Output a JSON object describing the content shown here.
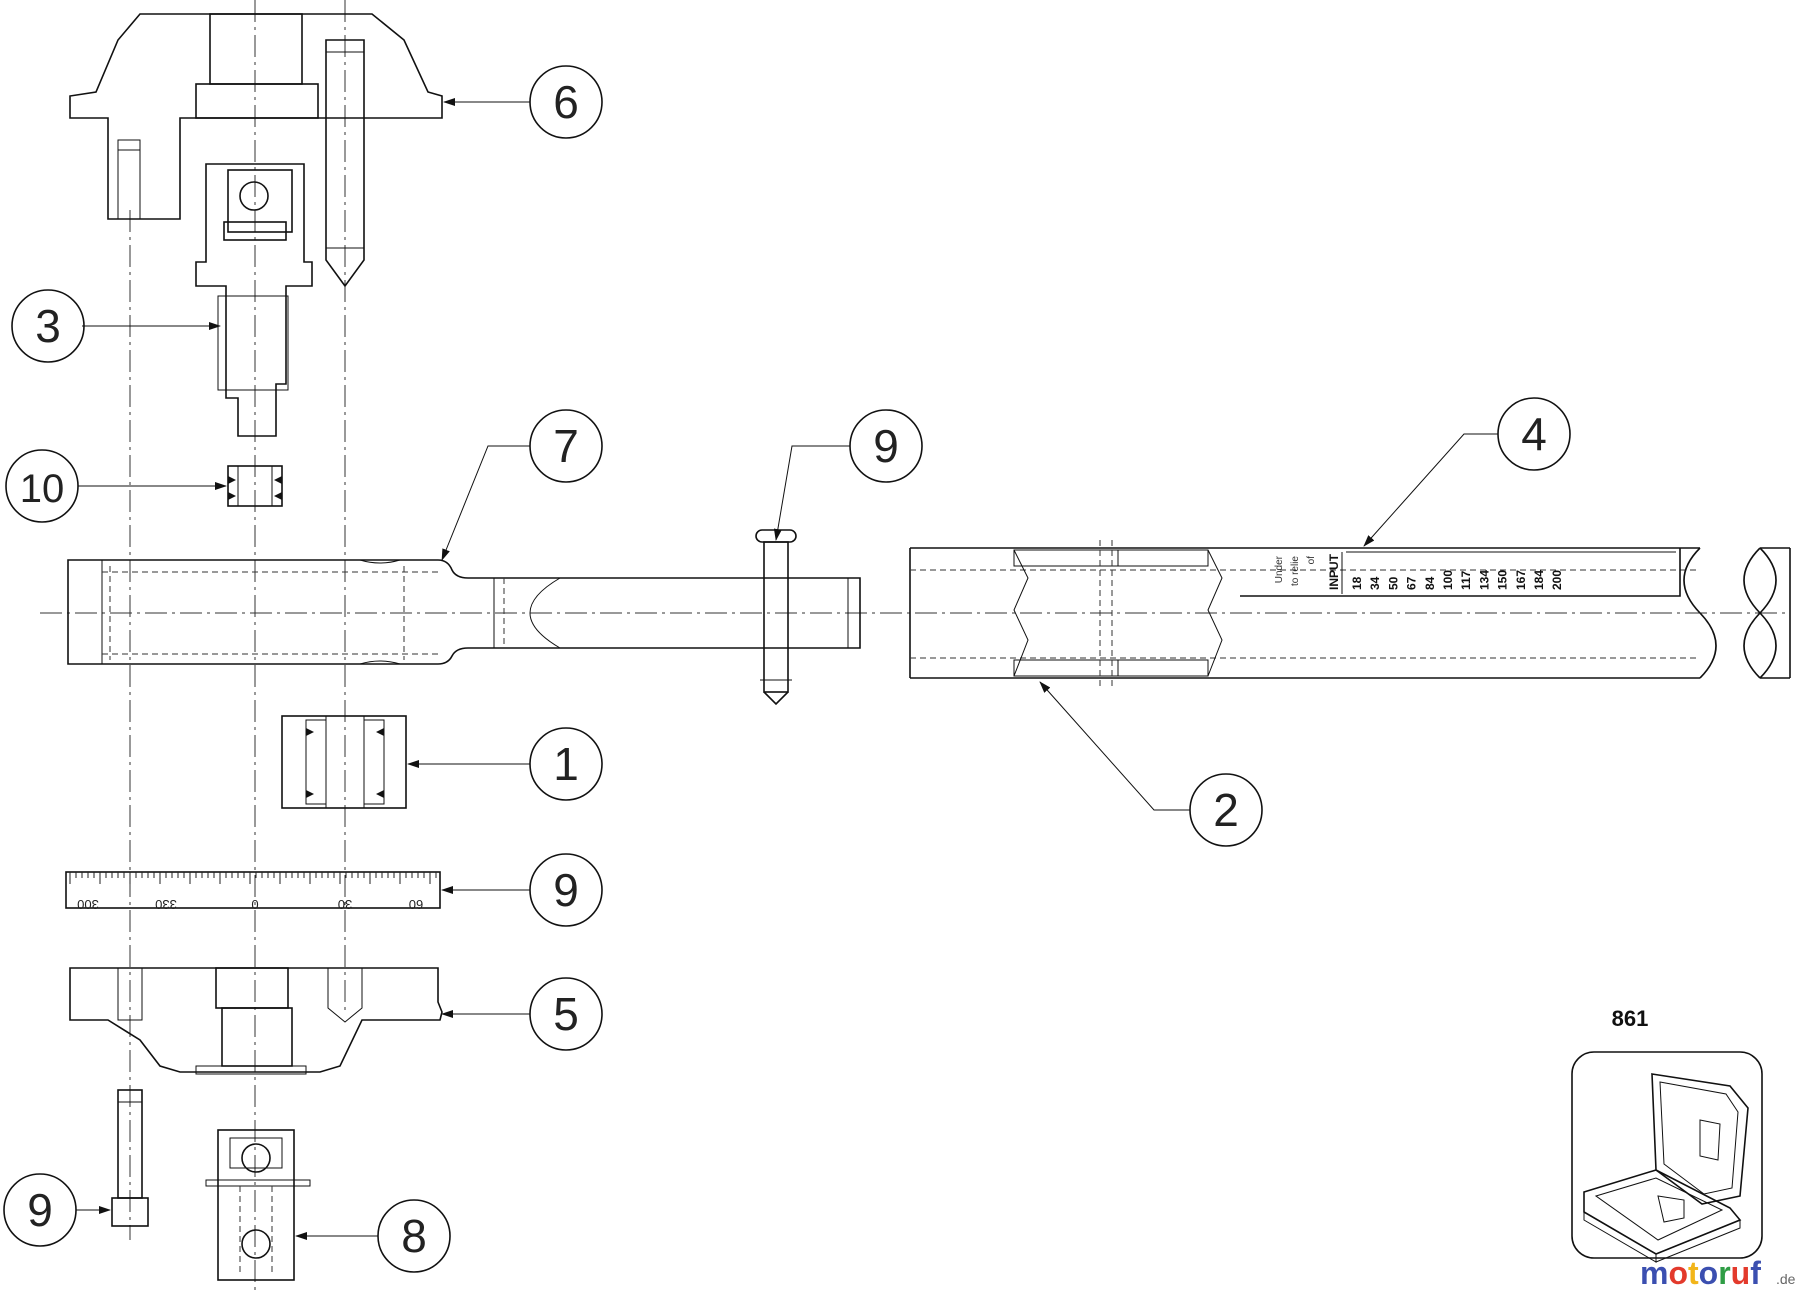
{
  "callouts": {
    "c1": "1",
    "c2": "2",
    "c3": "3",
    "c4": "4",
    "c5": "5",
    "c6": "6",
    "c7": "7",
    "c8": "8",
    "c9_pin": "9",
    "c9_scale": "9",
    "c9_screw": "9",
    "c10": "10"
  },
  "scale_ring": {
    "labels": [
      "300",
      "330",
      "0",
      "30",
      "60"
    ]
  },
  "input_table": {
    "note_lines": [
      "Under",
      "to relie",
      "of"
    ],
    "header": "INPUT",
    "values": [
      "18",
      "34",
      "50",
      "67",
      "84",
      "100",
      "117",
      "134",
      "150",
      "167",
      "184",
      "200"
    ]
  },
  "kit_inset": {
    "label": "861"
  },
  "watermark": {
    "brand": "motoruf",
    "tld": ".de",
    "letter_colors": [
      "#3b4fb0",
      "#e33a2c",
      "#f2b51a",
      "#3b4fb0",
      "#2f9d45",
      "#e33a2c",
      "#3b4fb0"
    ]
  }
}
